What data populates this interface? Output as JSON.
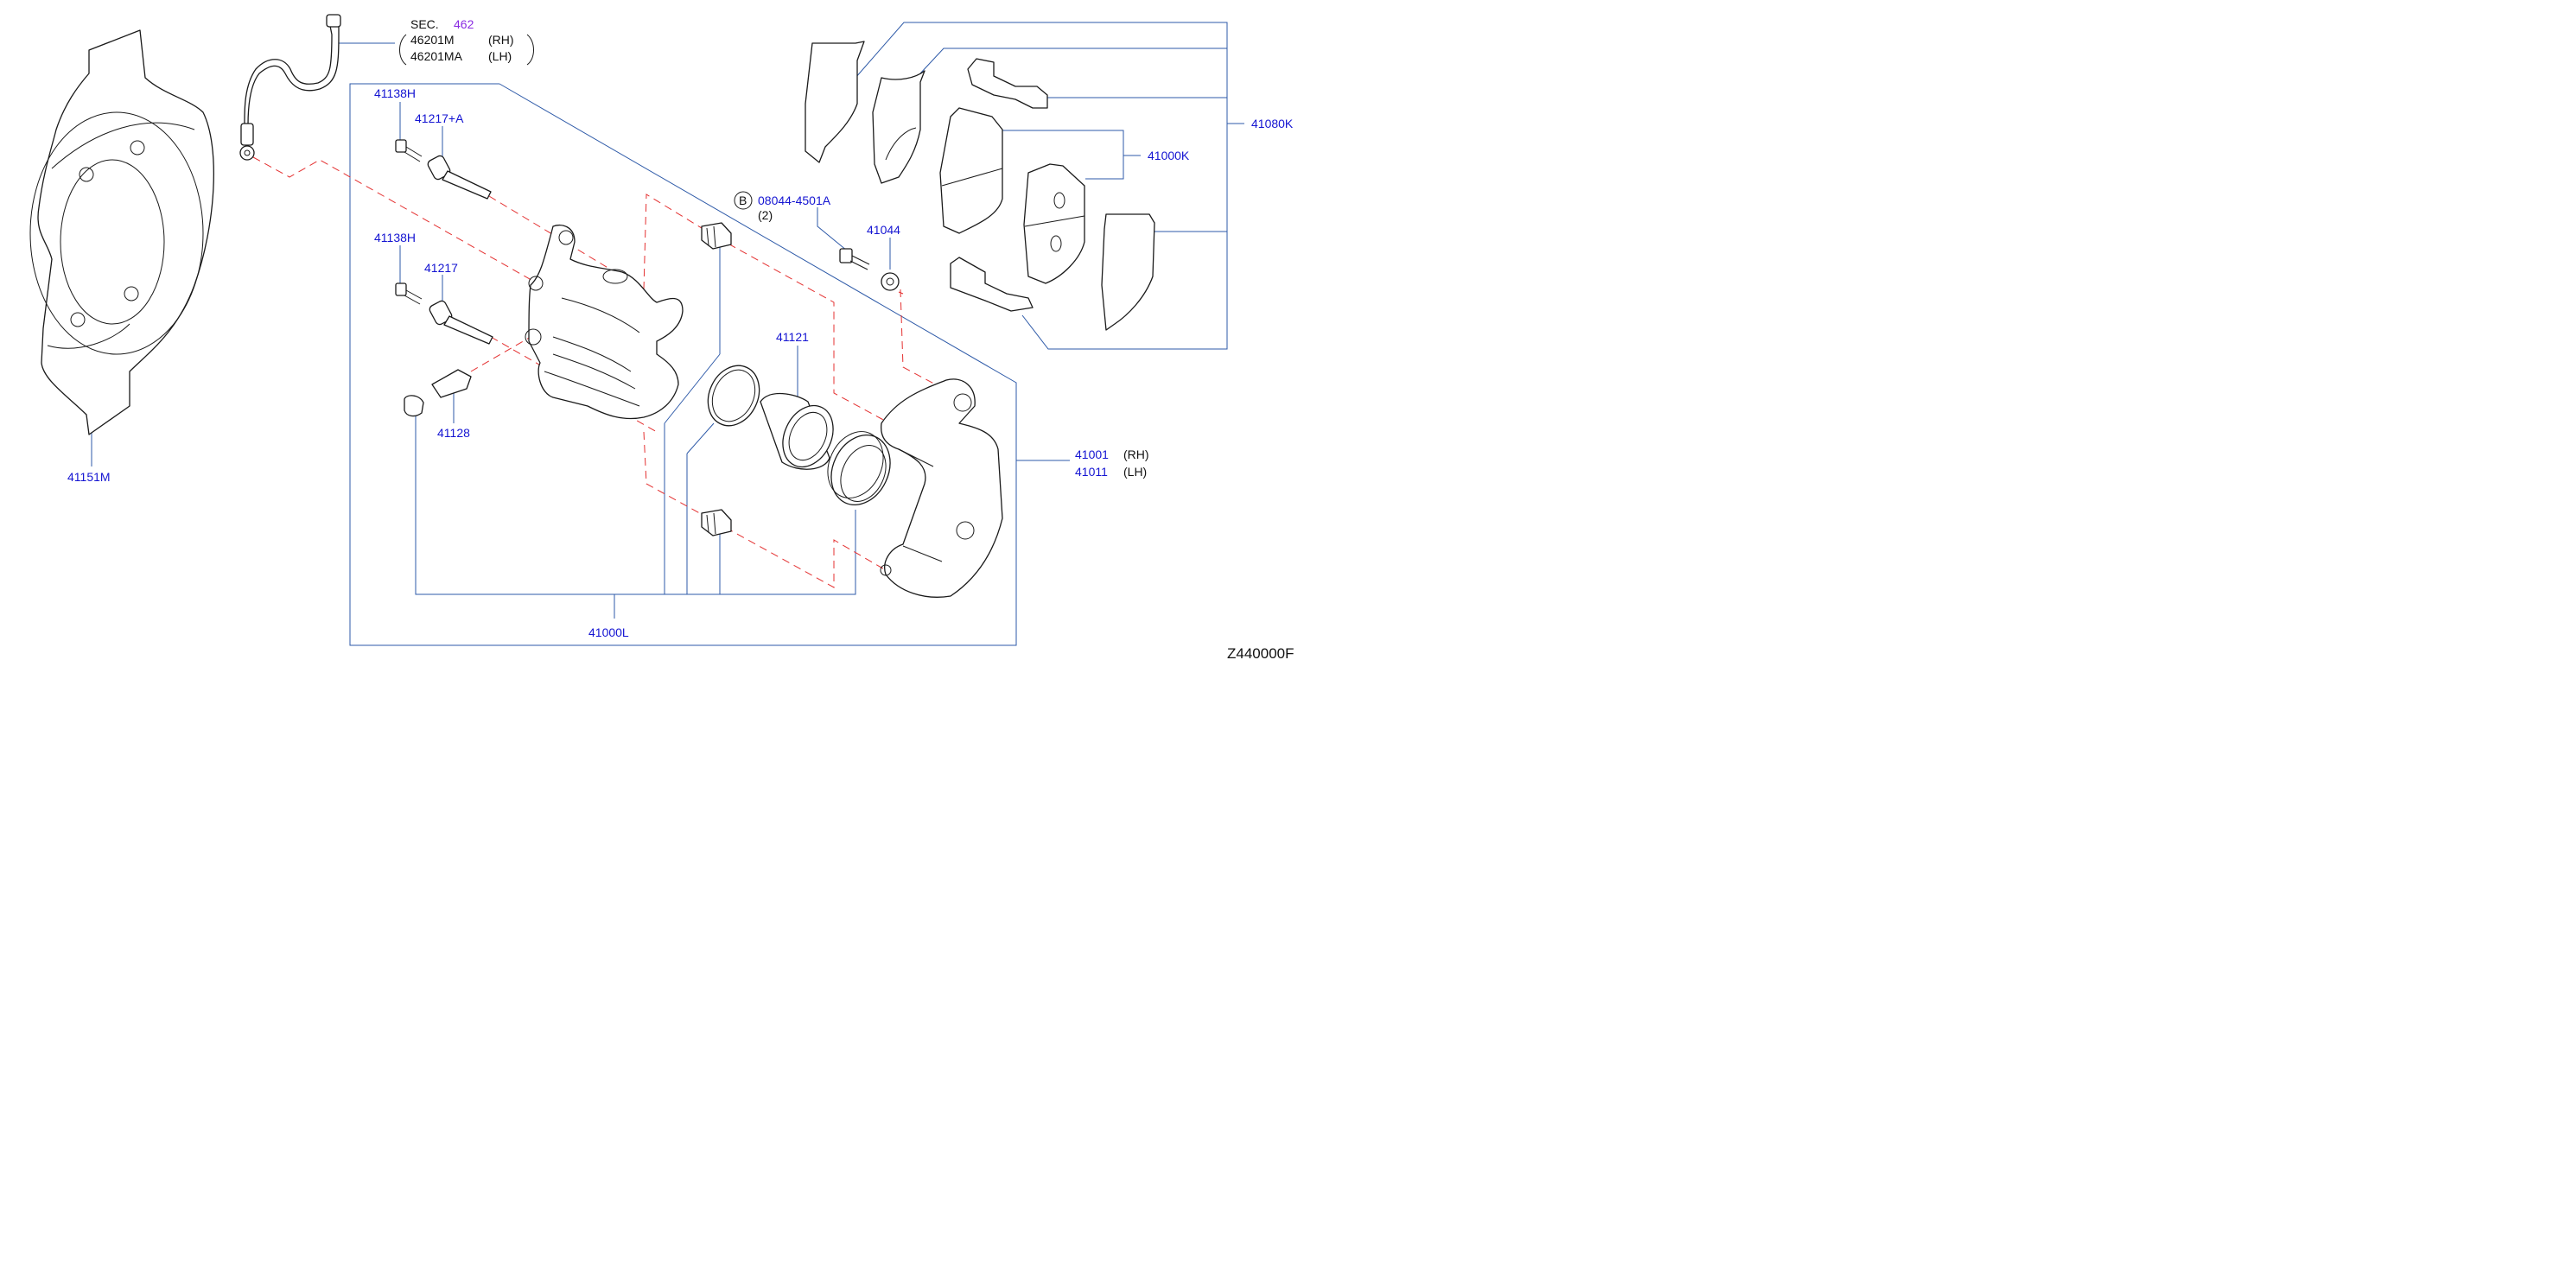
{
  "diagram_id": "Z440000F",
  "section_ref": {
    "prefix": "SEC.",
    "number": "462",
    "number_color": "#8a2be2"
  },
  "hose_parts": [
    {
      "part": "46201M",
      "side": "(RH)"
    },
    {
      "part": "46201MA",
      "side": "(LH)"
    }
  ],
  "labels": {
    "splash_shield": "41151M",
    "bolt_upper": "41138H",
    "pin_upper": "41217+A",
    "bolt_lower": "41138H",
    "pin_lower": "41217",
    "bleeder": "41128",
    "bolt_marker": "B",
    "mount_bolt": "08044-4501A",
    "mount_bolt_qty": "(2)",
    "washer": "41044",
    "piston_seal": "41121",
    "seal_kit": "41000L",
    "pad_hardware": "41080K",
    "pad_kit": "41000K",
    "caliper_rh": "41001",
    "caliper_rh_side": "(RH)",
    "caliper_lh": "41011",
    "caliper_lh_side": "(LH)"
  },
  "colors": {
    "label": "#1414d2",
    "leader_line": "#2e5aa8",
    "dashed_line": "#e43030",
    "outline": "#1a1a1a"
  }
}
